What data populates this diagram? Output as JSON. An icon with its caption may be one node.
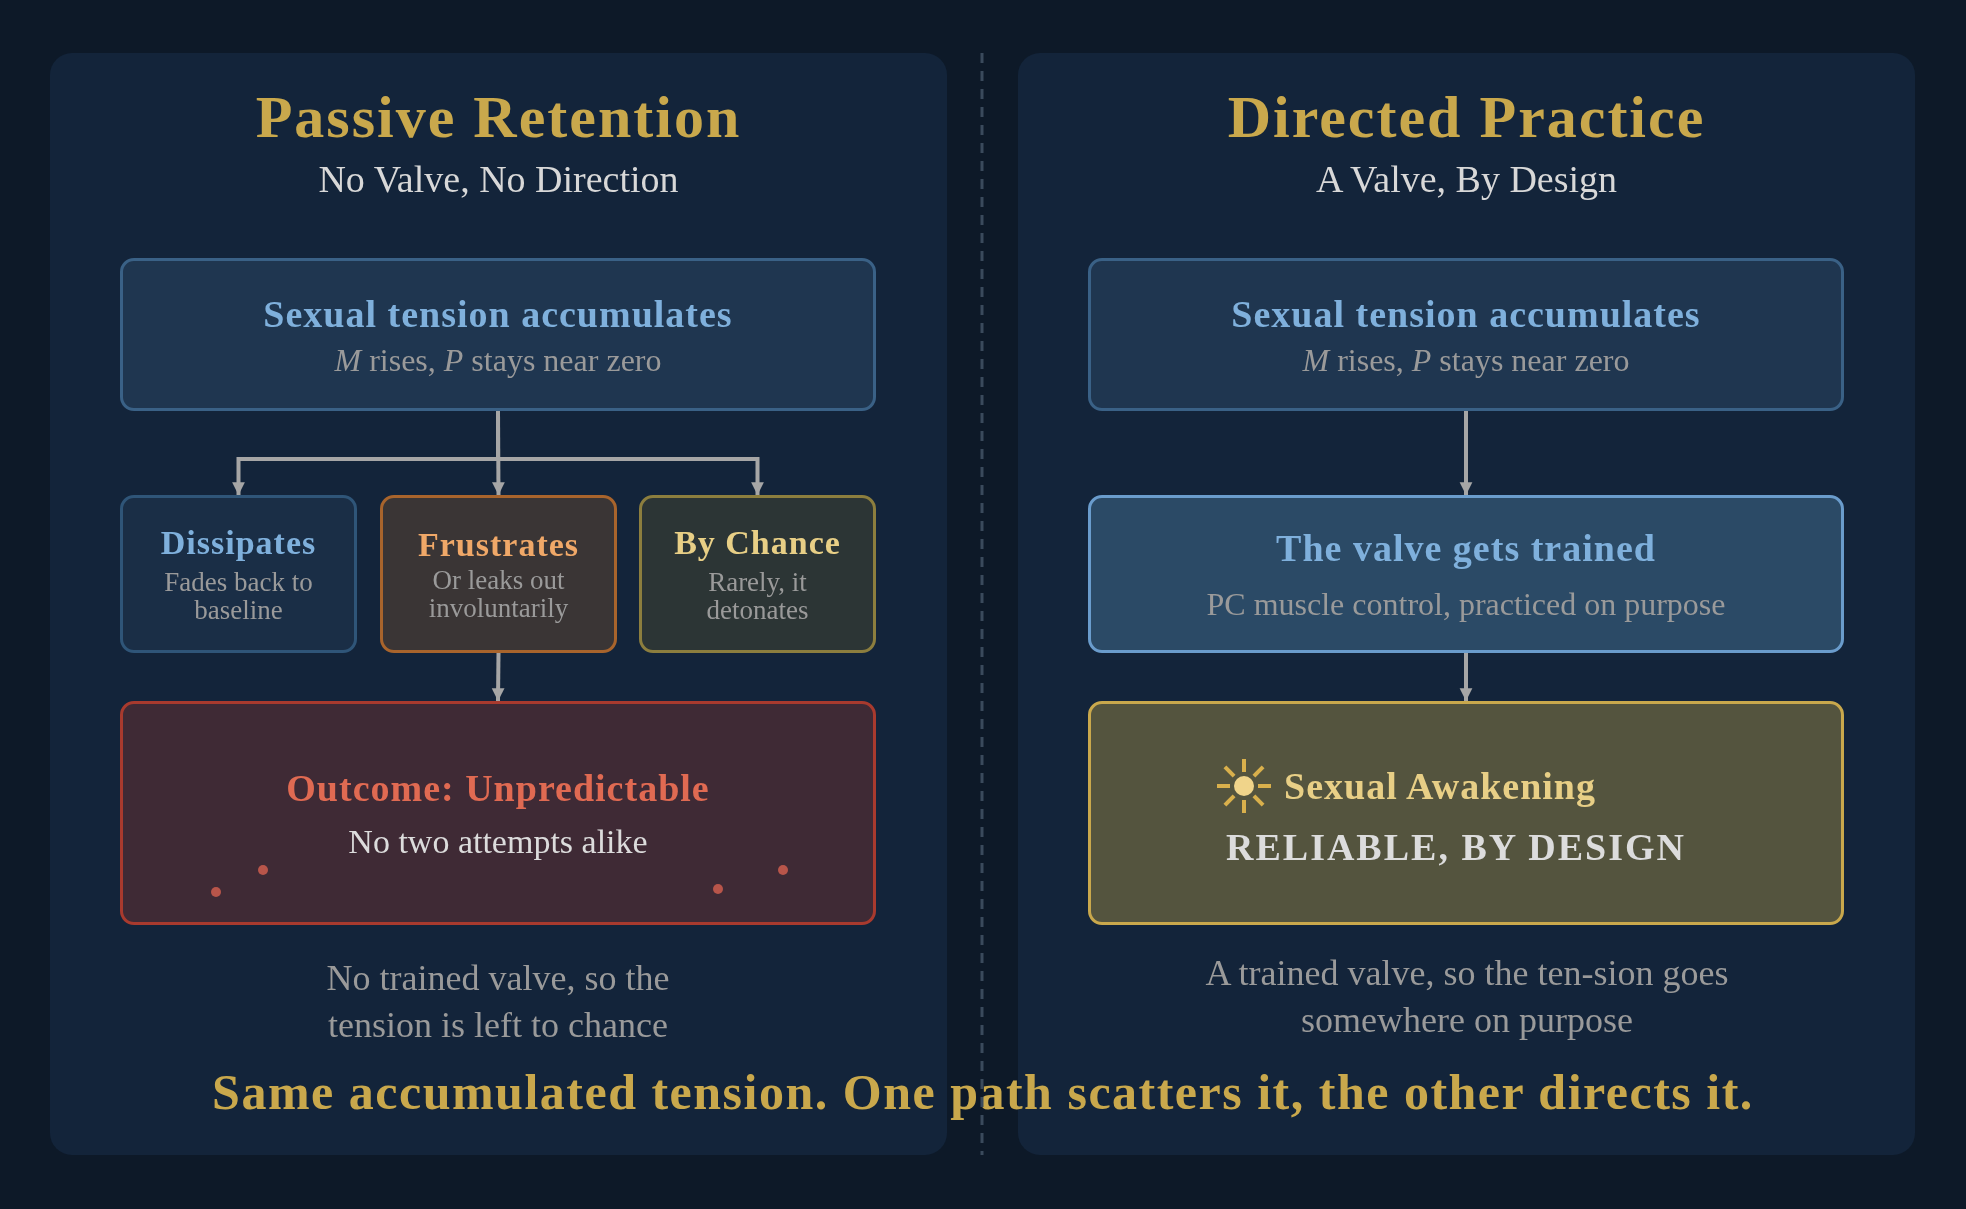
{
  "diagram": {
    "nodes": [
      {
        "text": [
          "Passive Retention",
          "No Valve, No Direction"
        ]
      },
      {
        "text": [
          "Sexual tension accumulates",
          "*M* rises, *P* stays near zero"
        ],
        "in": 0
      },
      {
        "text": [
          "Dissipates",
          "Fades back to baseline"
        ],
        "in": 0
      },
      {
        "text": [
          "Frustrates",
          "Or leaks out involuntarily"
        ],
        "in": 0
      },
      {
        "text": [
          "By Chance",
          "Rarely, it detonates"
        ],
        "in": 0
      },
      {
        "text": [
          "Outcome: Unpredictable",
          "No two attempts alike"
        ],
        "in": 0
      },
      {
        "text": [
          "Directed Practice",
          "A Valve, By Design"
        ]
      },
      {
        "text": [
          "Sexual tension accumulates",
          "*M* rises, *P* stays near zero"
        ],
        "in": 6
      },
      {
        "text": [
          "The valve gets trained",
          "PC muscle control, practiced on purpose"
        ],
        "in": 6
      },
      {
        "text": [
          "Sexual Awakening",
          "RELIABLE, BY DESIGN"
        ],
        "in": 6
      }
    ],
    "edges": [
      {
        "from": 1,
        "to": 2,
        "arrow": "to"
      },
      {
        "from": 1,
        "to": 3,
        "arrow": "to"
      },
      {
        "from": 1,
        "to": 4,
        "arrow": "to"
      },
      {
        "from": 3,
        "to": 5,
        "arrow": "to"
      },
      {
        "from": 7,
        "to": 8,
        "arrow": "to"
      },
      {
        "from": 8,
        "to": 9,
        "arrow": "to"
      }
    ],
    "labels": [
      "No trained valve, so the tension is left to chance",
      "A trained valve, so the ten-sion goes somewhere on purpose",
      "Same accumulated tension. One path scatters it, the other directs it."
    ]
  }
}
